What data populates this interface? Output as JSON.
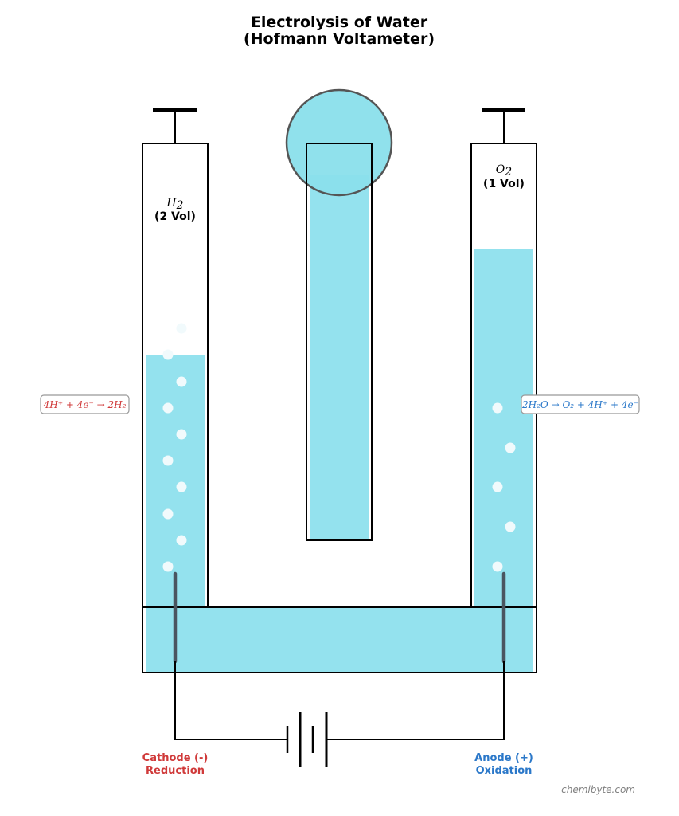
{
  "title": {
    "line1": "Electrolysis of Water",
    "line2": "(Hofmann Voltameter)"
  },
  "left_tube": {
    "gas_symbol": "H",
    "gas_subscript": "2",
    "volume": "(2 Vol)",
    "reaction": "4H⁺ + 4e⁻ → 2H₂",
    "electrode_name": "Cathode (-)",
    "electrode_process": "Reduction",
    "liquid_level": 0.6,
    "color": "#d03a3a"
  },
  "right_tube": {
    "gas_symbol": "O",
    "gas_subscript": "2",
    "volume": "(1 Vol)",
    "reaction": "2H₂O → O₂ + 4H⁺ + 4e⁻",
    "electrode_name": "Anode (+)",
    "electrode_process": "Oxidation",
    "liquid_level": 0.8,
    "color": "#2b78c9"
  },
  "colors": {
    "water": "#94e2ee",
    "reservoir": "#8adfeb",
    "electrode": "#4a5560",
    "bubble": "#f1fafc"
  },
  "watermark": "chemibyte.com"
}
